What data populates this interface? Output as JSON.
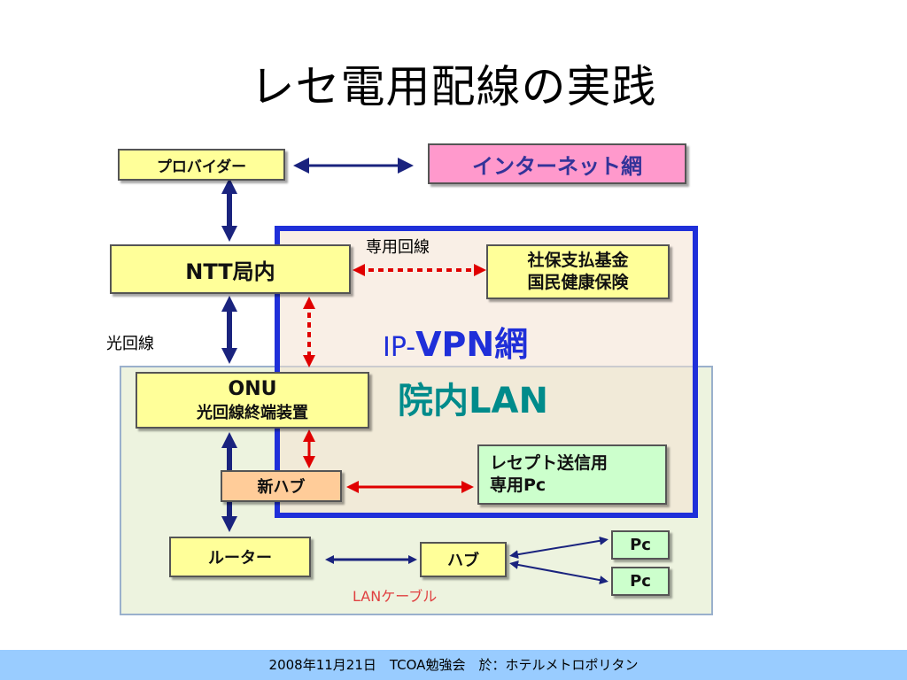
{
  "title": "レセ電用配線の実践",
  "boxes": {
    "provider": "プロバイダー",
    "internet": "インターネット網",
    "ntt": "NTT局内",
    "shaho": [
      "社保支払基金",
      "国民健康保険"
    ],
    "onu": [
      "ONU",
      "光回線終端装置"
    ],
    "new_hub": "新ハブ",
    "rece_pc": [
      "レセプト送信用",
      "専用Pc"
    ],
    "router": "ルーター",
    "hub": "ハブ",
    "pc1": "Pc",
    "pc2": "Pc"
  },
  "labels": {
    "dedicated_line": "専用回線",
    "optical_line": "光回線",
    "ip_prefix": "IP-",
    "vpn": "VPN網",
    "lan": "院内LAN",
    "lan_cable": "LANケーブル"
  },
  "colors": {
    "vpn_border": "#1f2fd9",
    "lan_title": "#008b8b",
    "dark_arrow": "#1a237e",
    "red_arrow": "#e00000",
    "footer_bg": "#99ccff"
  },
  "footer": "2008年11月21日　TCOA勉強会　於：ホテルメトロポリタン"
}
